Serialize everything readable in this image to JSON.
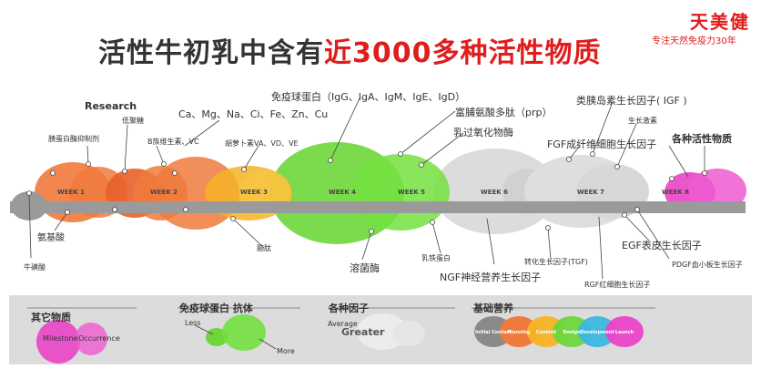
{
  "header": {
    "title_prefix": "活性牛初乳中含有",
    "title_highlight": "近3000多种活性物质",
    "brand": "天美健",
    "slogan": "专注天然免疫力30年"
  },
  "weeks": [
    "WEEK 1",
    "WEEK 2",
    "WEEK 3",
    "WEEK 4",
    "WEEK 5",
    "WEEK 6",
    "WEEK 7",
    "WEEK 8"
  ],
  "labels": {
    "research": "Research",
    "trypsin_inhibitor": "胰蛋白酶抑制剂",
    "oligosaccharide": "低聚糖",
    "b_vitamins": "B族维生素、VC",
    "minerals": "Ca、Mg、Na、Ci、Fe、Zn、Cu",
    "vitamins": "胡萝卜素VA、VD、VE",
    "immunoglobulin": "免疫球蛋白（IgG、IgA、IgM、IgE、IgD）",
    "prp": "富脯氨酸多肽（prp）",
    "lactoperoxidase": "乳过氧化物酶",
    "igf": "类胰岛素生长因子( IGF )",
    "growth_hormone": "生长激素",
    "fgf": "FGF成纤维细胞生长因子",
    "active_substances": "各种活性物质",
    "amino_acids": "氨基酸",
    "taurine": "牛磺酸",
    "peptides": "脑肽",
    "lysozyme": "溶菌酶",
    "lactoferrin": "乳铁蛋白",
    "ngf": "NGF神经营养生长因子",
    "tgf": "转化生长因子(TGF)",
    "egf": "EGF表皮生长因子",
    "rgf": "RGF红细胞生长因子",
    "pdgf": "PDGF血小板生长因子"
  },
  "legend": {
    "other": {
      "title": "其它物质",
      "milestone": "Milestone",
      "occurrence": "Occurrence"
    },
    "antibody": {
      "title": "免疫球蛋白 抗体",
      "less": "Less",
      "more": "More"
    },
    "factors": {
      "title": "各种因子",
      "average": "Average",
      "greater": "Greater"
    },
    "nutrition": {
      "title": "基础营养",
      "steps": [
        "Initial Contact",
        "Planning",
        "Content",
        "Design",
        "Development",
        "Launch"
      ]
    }
  },
  "colors": {
    "orange": "#f07a3c",
    "yellow": "#f5b324",
    "green": "#6ed63a",
    "gray": "#cfcfcf",
    "magenta": "#ea44c7",
    "red": "#e01c1c",
    "bar": "#9a9a9a"
  }
}
